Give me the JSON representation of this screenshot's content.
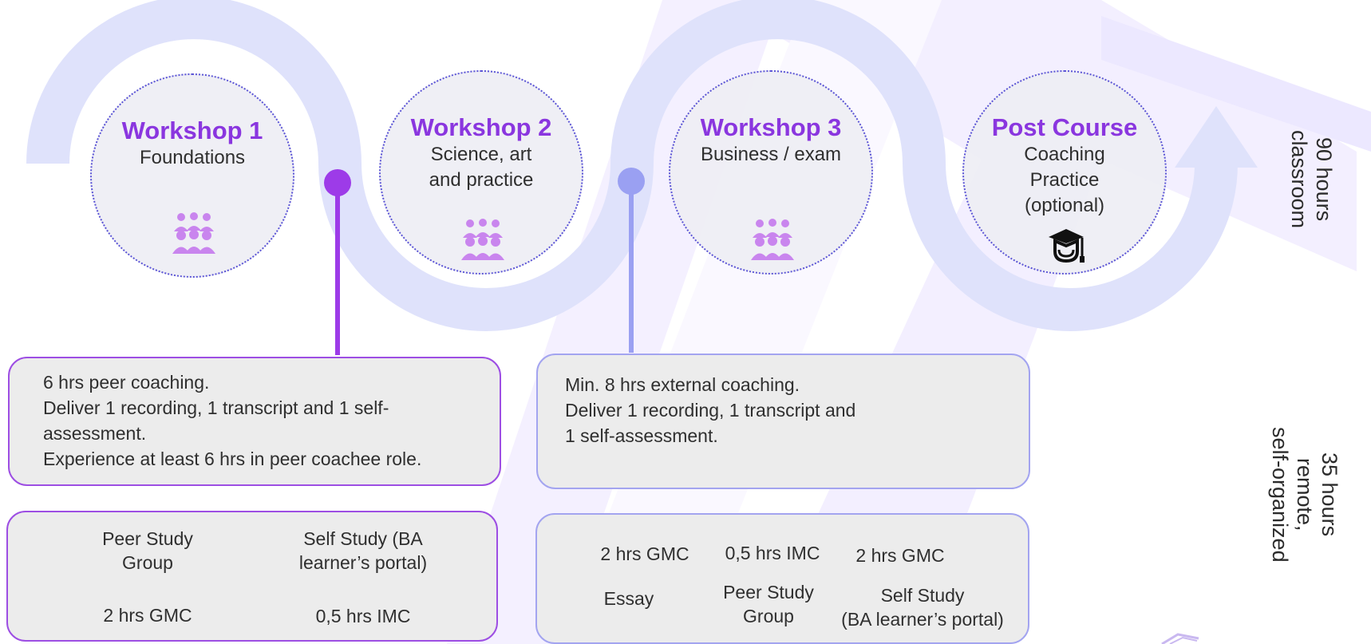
{
  "workshops": [
    {
      "title": "Workshop 1",
      "subtitle": [
        "Foundations"
      ],
      "icon": "people-group-icon"
    },
    {
      "title": "Workshop 2",
      "subtitle": [
        "Science, art",
        "and practice"
      ],
      "icon": "people-group-icon"
    },
    {
      "title": "Workshop 3",
      "subtitle": [
        "Business / exam"
      ],
      "icon": "people-group-icon"
    },
    {
      "title": "Post Course",
      "subtitle": [
        "Coaching",
        "Practice",
        "(optional)"
      ],
      "icon": "graduation-cap-icon"
    }
  ],
  "coaching_boxes": [
    {
      "lines": [
        "6 hrs peer coaching.",
        "Deliver 1 recording, 1 transcript and 1 self-",
        "assessment.",
        "Experience at least 6 hrs in peer coachee role."
      ]
    },
    {
      "lines": [
        "Min. 8 hrs external coaching.",
        "Deliver 1 recording, 1 transcript and",
        "1 self-assessment."
      ]
    }
  ],
  "study_box_1": {
    "peer_study": [
      "Peer Study",
      "Group"
    ],
    "self_study": [
      "Self Study (BA",
      "learner’s portal)"
    ],
    "gmc": "2 hrs GMC",
    "imc": "0,5 hrs IMC"
  },
  "study_box_2": {
    "gmc_a": "2 hrs GMC",
    "imc": "0,5 hrs IMC",
    "gmc_b": "2 hrs GMC",
    "essay": "Essay",
    "peer_study": [
      "Peer Study",
      "Group"
    ],
    "self_study": [
      "Self Study",
      "(BA learner’s portal)"
    ]
  },
  "side_labels": {
    "classroom": [
      "90 hours",
      "classroom"
    ],
    "remote": [
      "35 hours",
      "remote,",
      "self-organized"
    ]
  },
  "colors": {
    "accent_purple": "#8a36df",
    "marker_purple": "#9d3be8",
    "marker_blue": "#9aa0f2",
    "path": "#dfe2fb"
  }
}
